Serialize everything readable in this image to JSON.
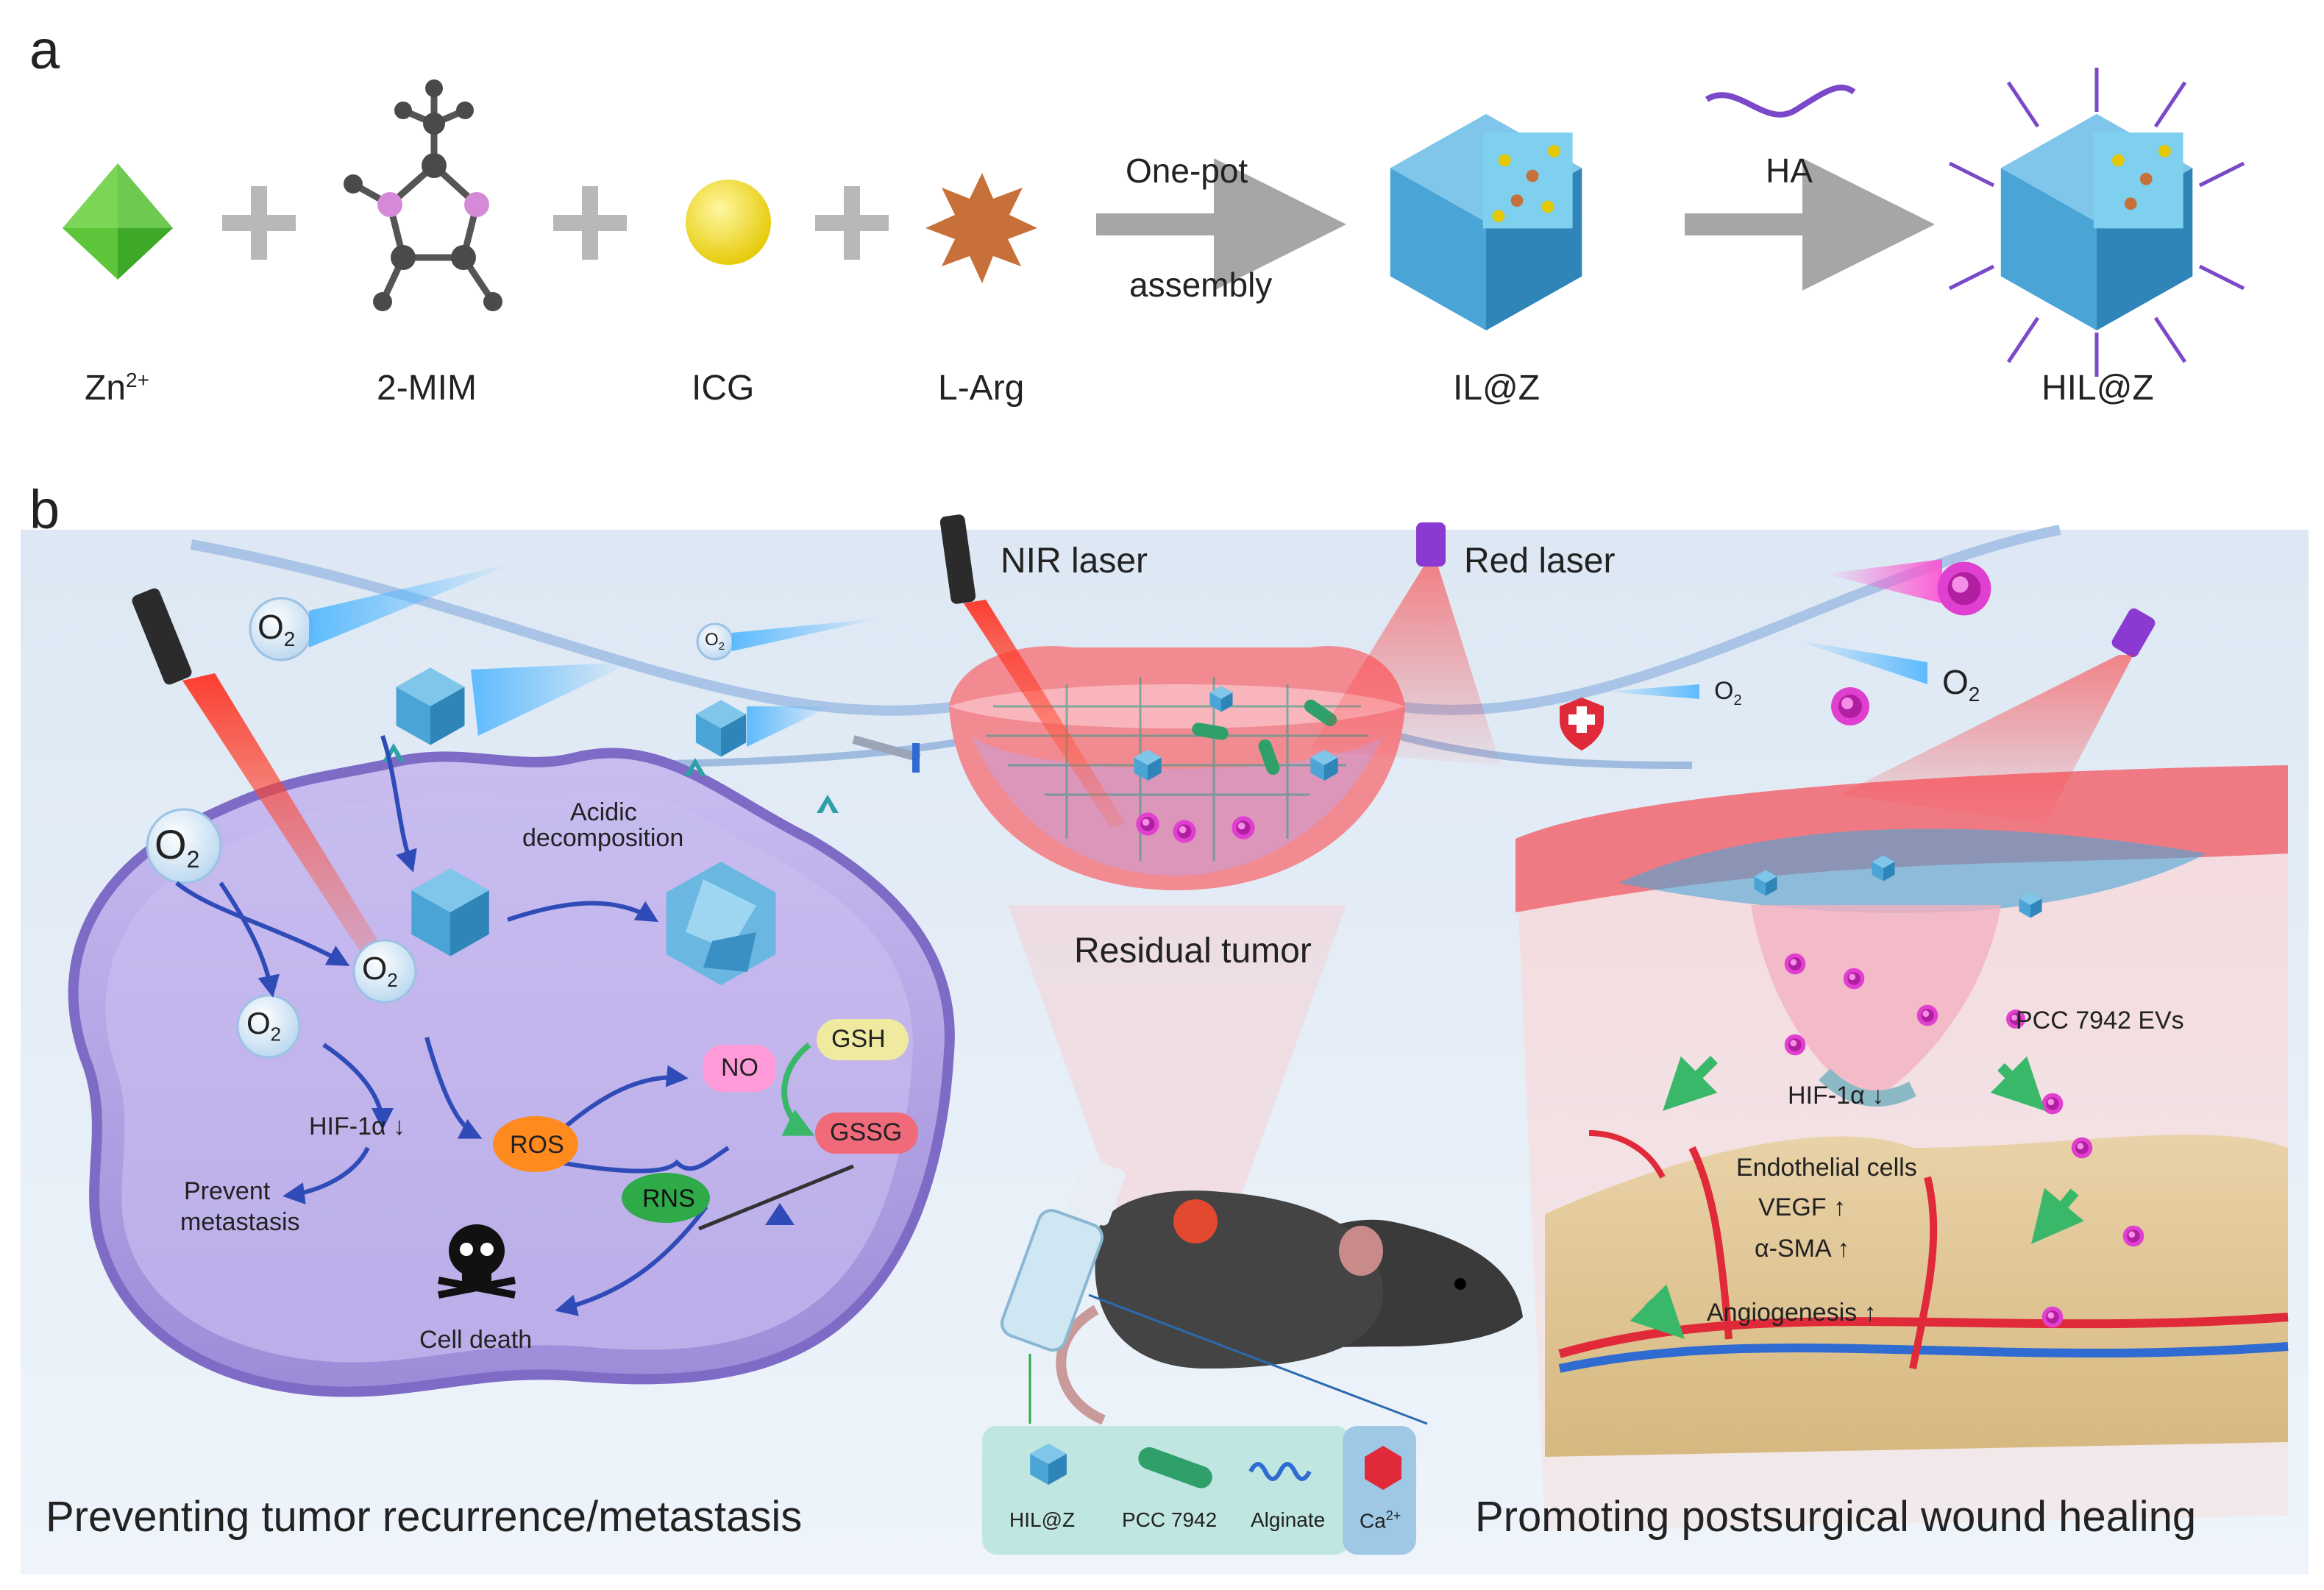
{
  "panel_a": {
    "letter": "a",
    "components": {
      "zn": "Zn",
      "zn_sup": "2+",
      "mim": "2-MIM",
      "icg": "ICG",
      "larg": "L-Arg"
    },
    "step1_top": "One-pot",
    "step1_bottom": "assembly",
    "product1": "IL@Z",
    "step2": "HA",
    "product2": "HIL@Z"
  },
  "panel_b": {
    "letter": "b",
    "nir_laser": "NIR laser",
    "red_laser": "Red laser",
    "residual_tumor": "Residual tumor",
    "left_cell": {
      "o2_a": "O",
      "o2_b": "O",
      "o2_c": "O",
      "o2_d": "O",
      "o2_e": "O",
      "o2_sub": "2",
      "acidic": "Acidic",
      "decomposition": "decomposition",
      "gsh": "GSH",
      "no": "NO",
      "gssg": "GSSG",
      "ros": "ROS",
      "rns": "RNS",
      "hif": "HIF-1α",
      "prevent": "Prevent",
      "metastasis": "metastasis",
      "cell_death": "Cell death"
    },
    "right_skin": {
      "pcc_evs": "PCC 7942 EVs",
      "hif": "HIF-1α",
      "endothelial": "Endothelial cells",
      "vegf": "VEGF",
      "asma": "α-SMA",
      "angiogenesis": "Angiogenesis",
      "o2": "O",
      "o2_sub": "2"
    },
    "legend": {
      "hilz": "HIL@Z",
      "pcc": "PCC 7942",
      "alginate": "Alginate",
      "ca": "Ca",
      "ca_sup": "2+"
    },
    "caption_left": "Preventing tumor recurrence/metastasis",
    "caption_right": "Promoting postsurgical wound healing"
  },
  "colors": {
    "background_b": "#e6eff8",
    "zif_blue": "#4aa5d6",
    "membrane_purple": "#b8a8e6",
    "tumor_pink": "#f06a7a",
    "laser_red": "#ff3a2a",
    "arrow_gray": "#a6a6a6",
    "legend_bg": "#bfe6e0"
  }
}
